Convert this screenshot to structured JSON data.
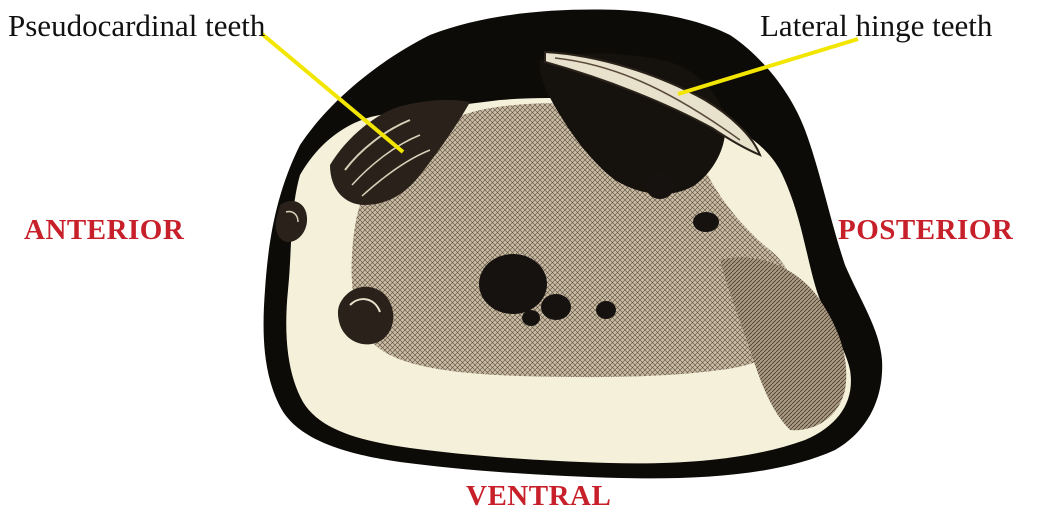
{
  "labels": {
    "pseudocardinal": "Pseudocardinal teeth",
    "lateral": "Lateral hinge teeth",
    "anterior": "ANTERIOR",
    "posterior": "POSTERIOR",
    "ventral": "VENTRAL"
  },
  "colors": {
    "orientation_text": "#c8202a",
    "leader_line": "#f2e600",
    "shell_outline": "#0d0b08",
    "nacre": "#f4f0da",
    "hatched_interior": "#b8a88f",
    "muscle_scar": "#161210"
  },
  "icons": {
    "shell": "freshwater-mussel-valve-interior-engraving"
  }
}
